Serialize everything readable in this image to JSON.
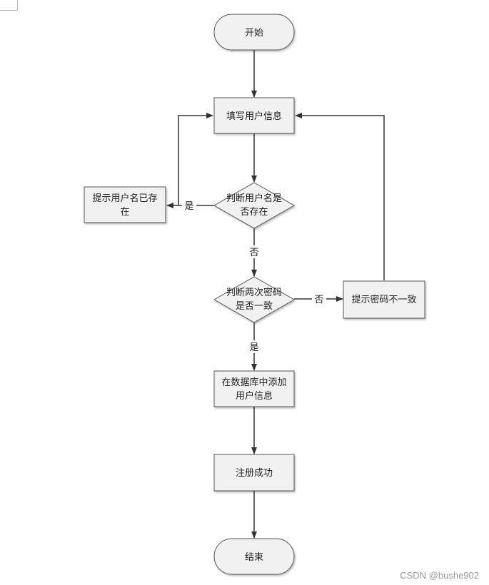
{
  "nodes": {
    "start": "开始",
    "fill_info": "填写用户信息",
    "check_username": [
      "判断用户名是",
      "否存在"
    ],
    "username_exists": [
      "提示用户名已存",
      "在"
    ],
    "check_password": [
      "判断两次密码",
      "是否一致"
    ],
    "password_mismatch": "提示密码不一致",
    "add_to_db": [
      "在数据库中添加",
      "用户信息"
    ],
    "register_success": "注册成功",
    "end": "结束"
  },
  "edges": {
    "username_yes": "是",
    "username_no": "否",
    "password_no": "否",
    "password_yes": "是"
  },
  "colors": {
    "box_fill": "#f1f1f1",
    "box_stroke": "#555555",
    "line": "#333333"
  },
  "watermark": "CSDN @bushe902"
}
